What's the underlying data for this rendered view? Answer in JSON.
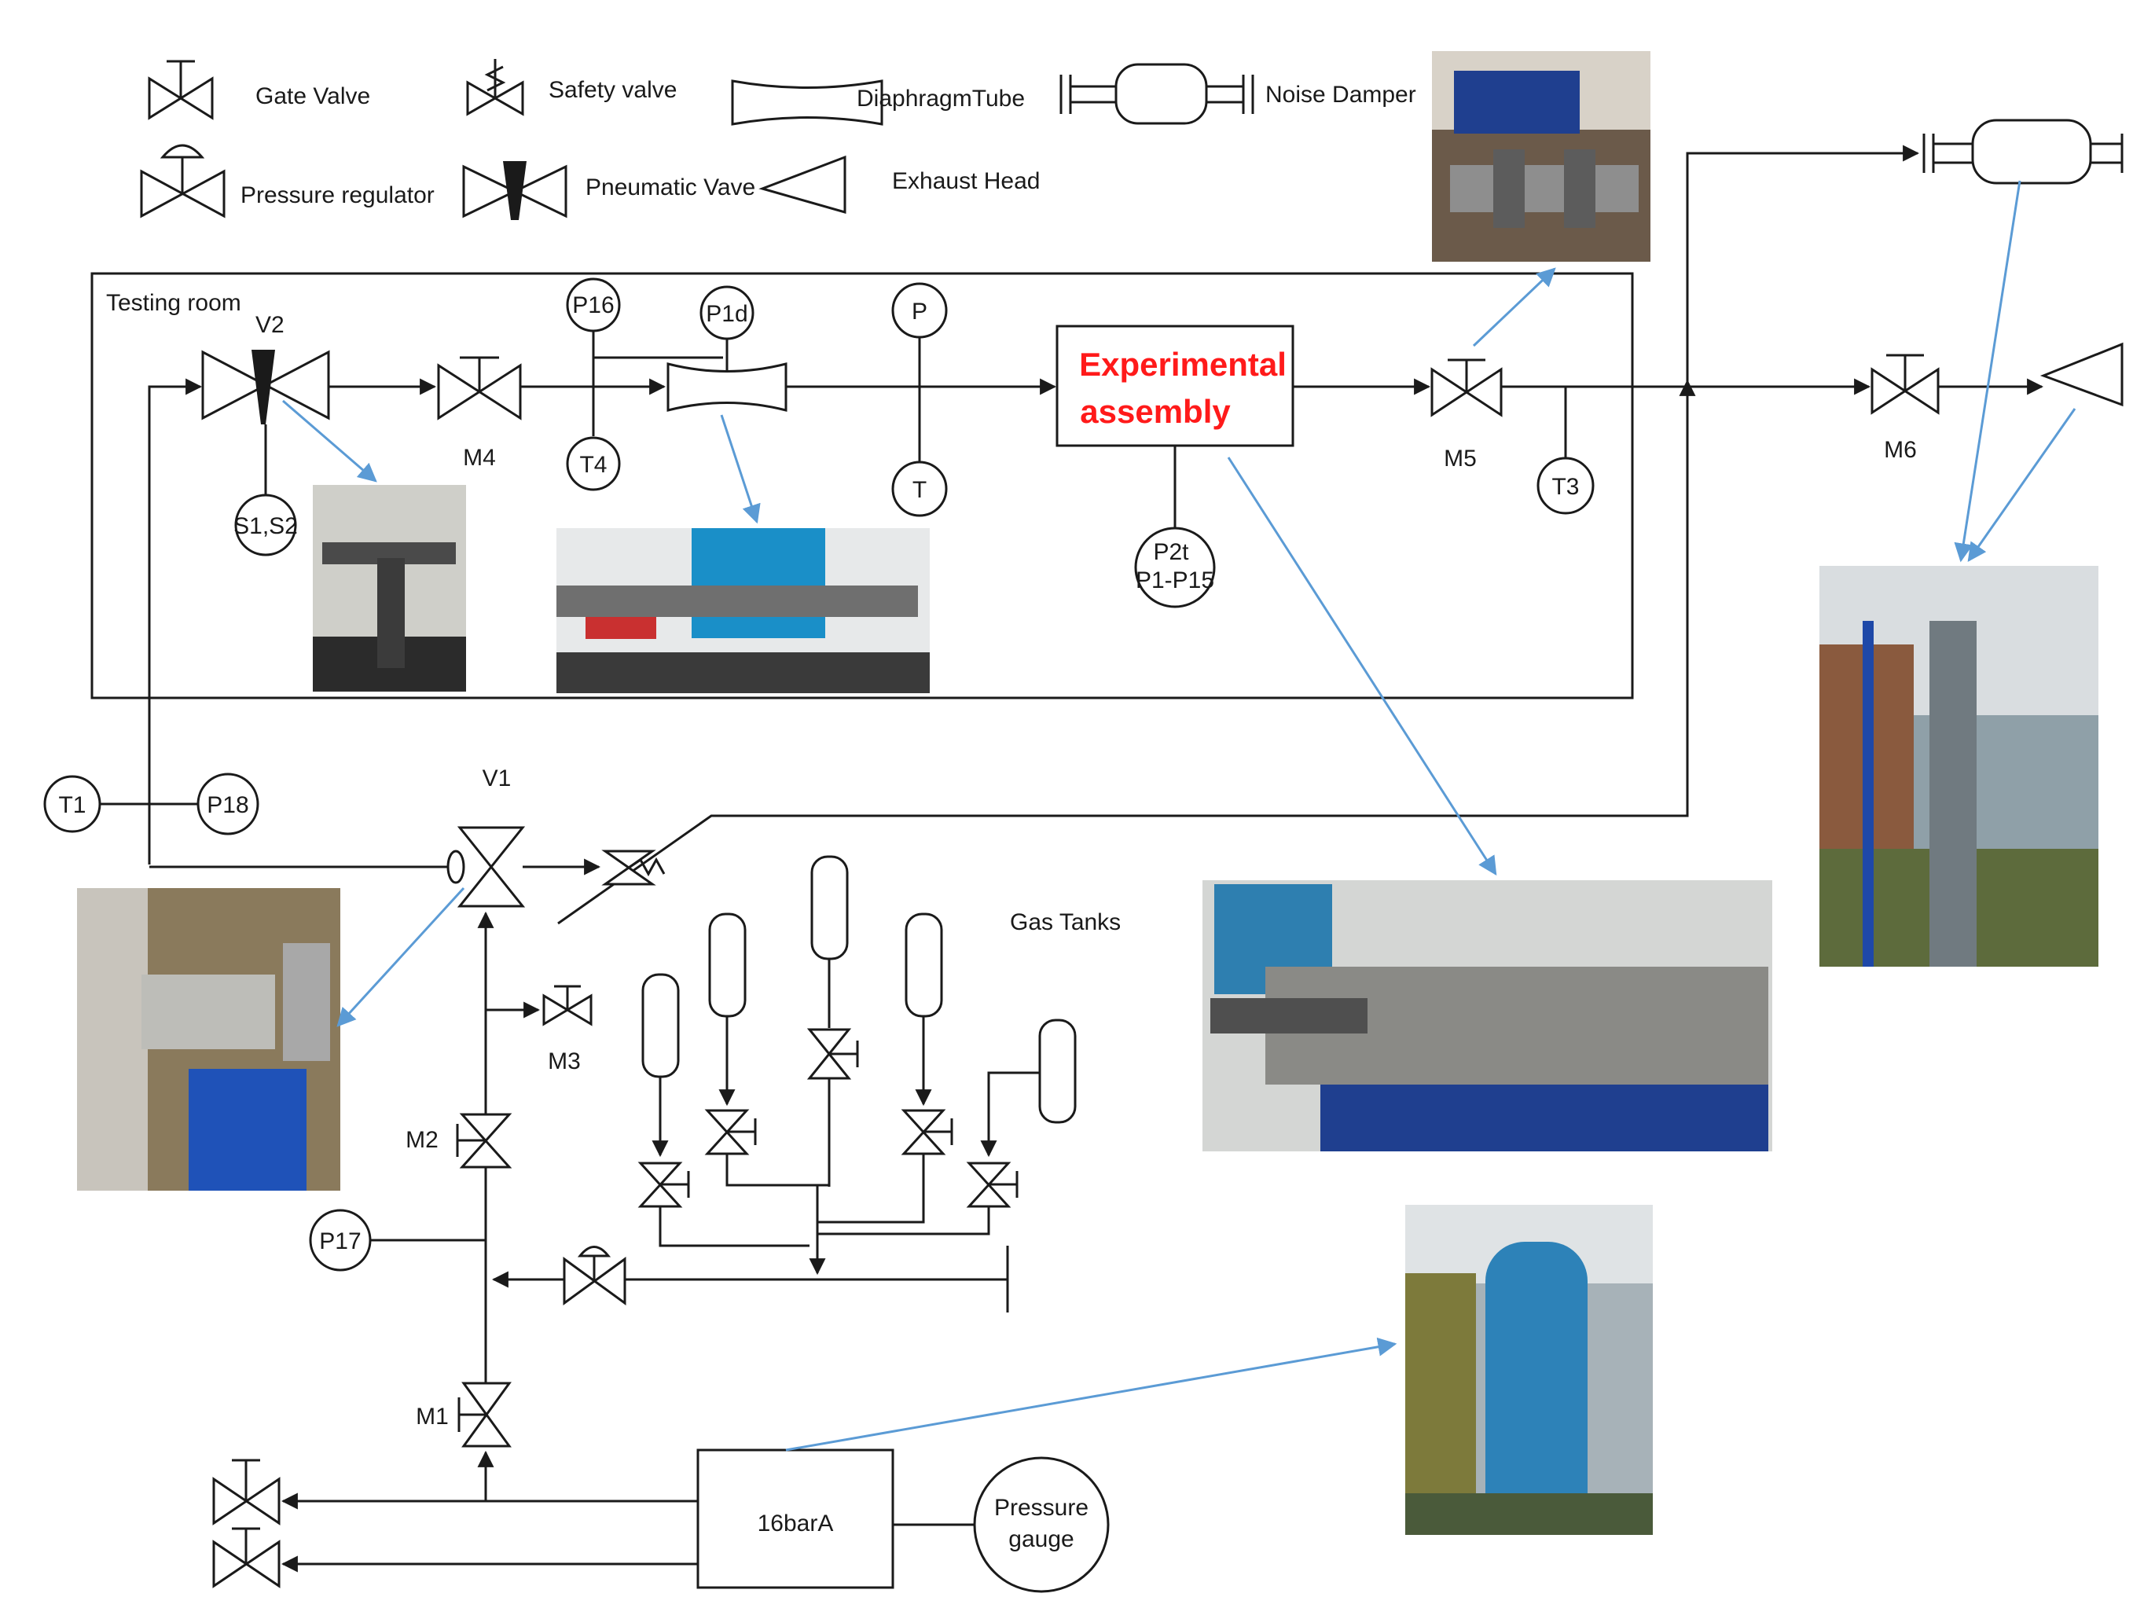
{
  "legend": {
    "gate_valve": "Gate Valve",
    "safety_valve": "Safety valve",
    "diaphragm_tube": "DiaphragmTube",
    "noise_damper": "Noise Damper",
    "pressure_regulator": "Pressure regulator",
    "pneumatic_valve": "Pneumatic Vave",
    "exhaust_head": "Exhaust Head"
  },
  "labels": {
    "testing_room": "Testing room",
    "v2": "V2",
    "v1": "V1",
    "m1": "M1",
    "m2": "M2",
    "m3": "M3",
    "m4": "M4",
    "m5": "M5",
    "m6": "M6",
    "gas_tanks": "Gas Tanks",
    "experimental_line1": "Experimental",
    "experimental_line2": "assembly",
    "tank_pressure": "16barA",
    "gauge_line1": "Pressure",
    "gauge_line2": "gauge"
  },
  "sensors": {
    "p16": "P16",
    "p1d": "P1d",
    "p": "P",
    "t": "T",
    "t4": "T4",
    "s1s2": "S1,S2",
    "p2t_line1": "P2t",
    "p2t_line2": "P1-P15",
    "t3": "T3",
    "t1": "T1",
    "p18": "P18",
    "p17": "P17"
  },
  "colors": {
    "line": "#1a1a1a",
    "callout": "#5b9bd5",
    "highlight": "#ff1a1a"
  }
}
